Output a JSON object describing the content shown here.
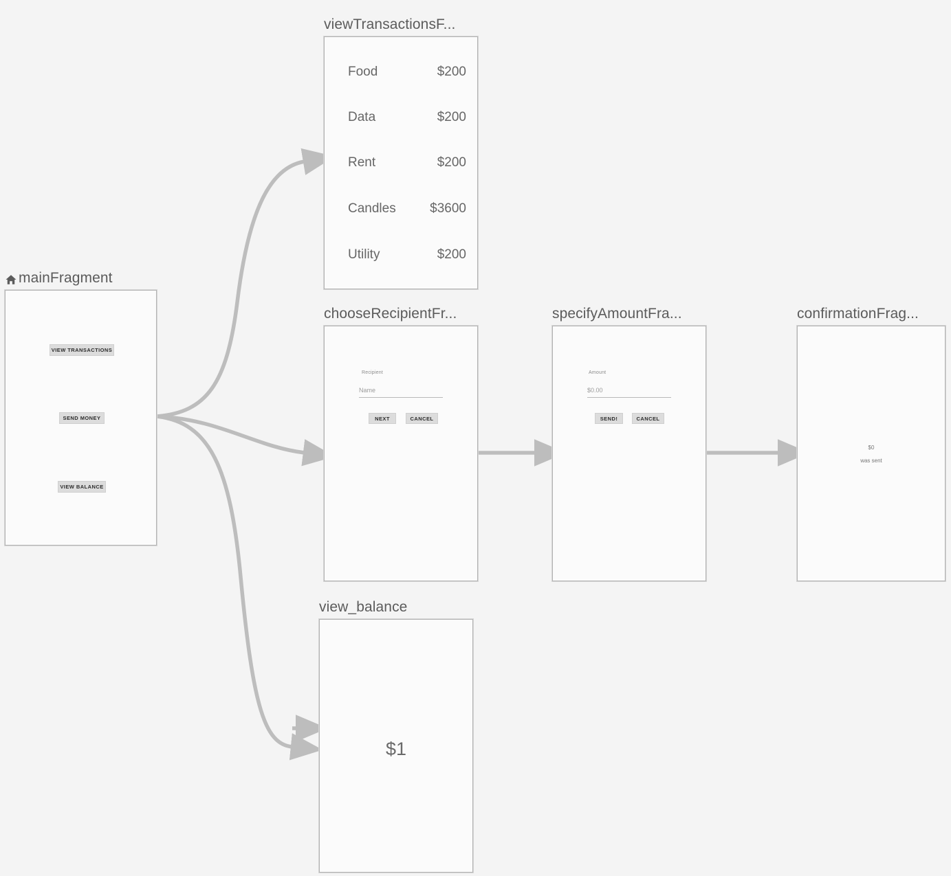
{
  "canvas": {
    "background_color": "#f4f4f4",
    "edge_color": "#bdbdbd",
    "frame_border_color": "#b3b3b3",
    "frame_fill_color": "#fbfbfb",
    "label_color": "#5b5b5b"
  },
  "nodes": {
    "main": {
      "label": "mainFragment",
      "is_start_destination": true,
      "start_icon": "home-icon",
      "buttons": [
        {
          "label": "VIEW TRANSACTIONS"
        },
        {
          "label": "SEND MONEY"
        },
        {
          "label": "VIEW BALANCE"
        }
      ]
    },
    "view_transactions": {
      "label": "viewTransactionsF...",
      "full_label": "viewTransactionsFragment",
      "transactions": [
        {
          "name": "Food",
          "amount": "$200"
        },
        {
          "name": "Data",
          "amount": "$200"
        },
        {
          "name": "Rent",
          "amount": "$200"
        },
        {
          "name": "Candles",
          "amount": "$3600"
        },
        {
          "name": "Utility",
          "amount": "$200"
        }
      ]
    },
    "choose_recipient": {
      "label": "chooseRecipientFr...",
      "full_label": "chooseRecipientFragment",
      "field_label": "Recipient",
      "field_placeholder": "Name",
      "field_value": "",
      "buttons": [
        {
          "label": "NEXT"
        },
        {
          "label": "CANCEL"
        }
      ]
    },
    "specify_amount": {
      "label": "specifyAmountFra...",
      "full_label": "specifyAmountFragment",
      "field_label": "Amount",
      "field_placeholder": "$0.00",
      "field_value": "",
      "buttons": [
        {
          "label": "SEND!"
        },
        {
          "label": "CANCEL"
        }
      ]
    },
    "confirmation": {
      "label": "confirmationFrag...",
      "full_label": "confirmationFragment",
      "amount": "$0",
      "subtitle": "was sent"
    },
    "view_balance": {
      "label": "view_balance",
      "balance": "$1"
    }
  },
  "connections": [
    {
      "from": "mainFragment",
      "to": "viewTransactionsFragment"
    },
    {
      "from": "mainFragment",
      "to": "chooseRecipientFragment"
    },
    {
      "from": "mainFragment",
      "to": "view_balance"
    },
    {
      "from": "chooseRecipientFragment",
      "to": "specifyAmountFragment"
    },
    {
      "from": "specifyAmountFragment",
      "to": "confirmationFragment"
    },
    {
      "from": "deep-link",
      "to": "view_balance"
    }
  ]
}
